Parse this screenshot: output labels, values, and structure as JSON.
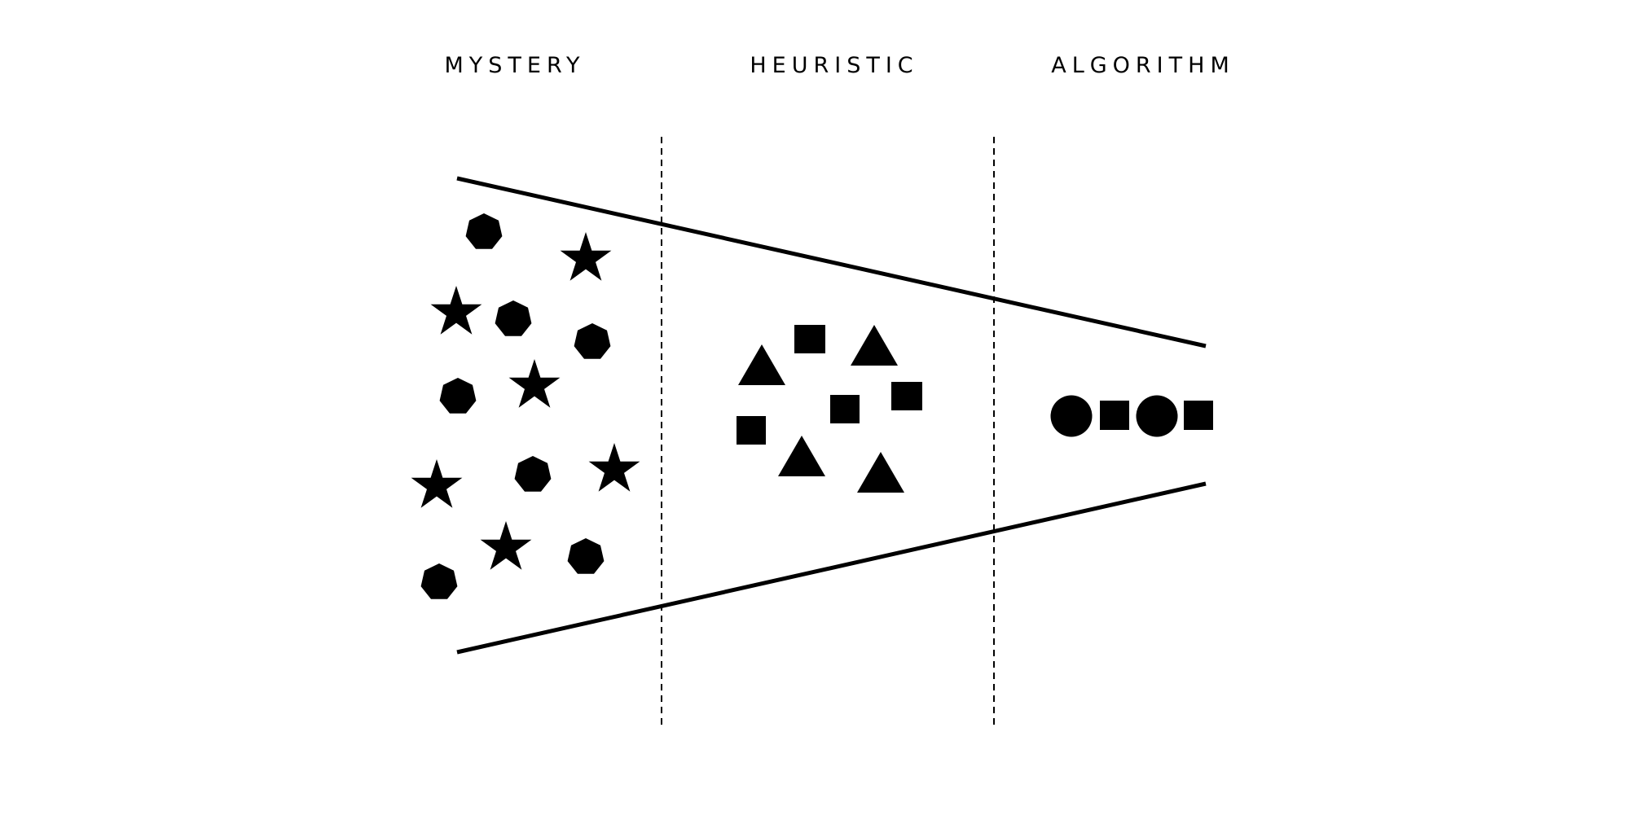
{
  "diagram": {
    "stages": [
      {
        "id": "mystery",
        "label": "MYSTERY"
      },
      {
        "id": "heuristic",
        "label": "HEURISTIC"
      },
      {
        "id": "algorithm",
        "label": "ALGORITHM"
      }
    ],
    "colors": {
      "background": "#ffffff",
      "ink": "#000000"
    },
    "stage_contents": {
      "mystery": [
        "heptagon-icon",
        "star-icon"
      ],
      "heuristic": [
        "triangle-icon",
        "square-icon"
      ],
      "algorithm": [
        "circle-icon",
        "square-icon"
      ]
    }
  }
}
